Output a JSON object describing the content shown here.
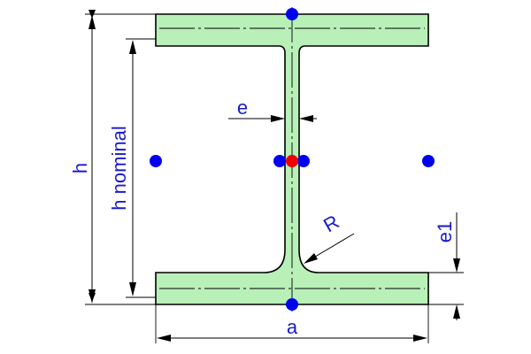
{
  "diagram": {
    "subject": "I-beam cross-section",
    "colors": {
      "section_fill": "#b8f0b8",
      "outline": "#000000",
      "label": "#1a1acd",
      "point": "#0000ee",
      "center_point": "#ee0000",
      "background": "#ffffff"
    },
    "dimensions": {
      "height": "h",
      "nominal_height": "h nominal",
      "flange_width": "a",
      "web_thickness": "e",
      "flange_thickness": "e1",
      "fillet_radius": "R"
    },
    "points": [
      {
        "name": "top-mid",
        "type": "point"
      },
      {
        "name": "bottom-mid",
        "type": "point"
      },
      {
        "name": "left-flange-tip",
        "type": "point"
      },
      {
        "name": "right-flange-tip",
        "type": "point"
      },
      {
        "name": "web-left",
        "type": "point"
      },
      {
        "name": "web-right",
        "type": "point"
      },
      {
        "name": "centroid",
        "type": "center_point"
      }
    ]
  }
}
